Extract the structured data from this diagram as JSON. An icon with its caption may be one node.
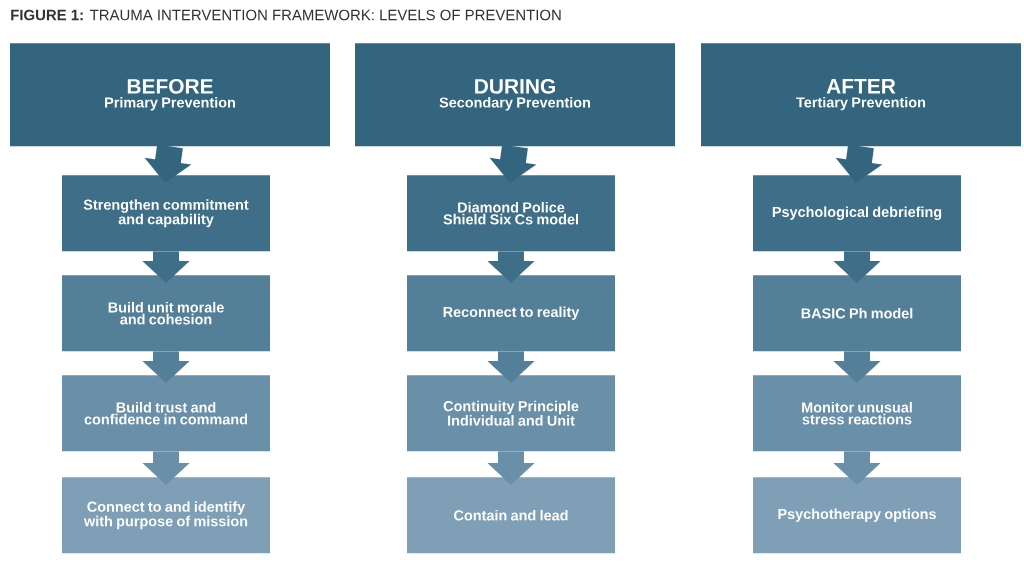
{
  "diagram": {
    "title": "**FIGURE 1:** TRAUMA INTERVENTION FRAMEWORK: LEVELS OF PREVENTION",
    "nodes": [
      {
        "text": [
          "BEFORE",
          "Primary Prevention"
        ]
      },
      {
        "text": [
          "Strengthen commitment and capability"
        ]
      },
      {
        "text": [
          "Build unit morale and cohesion"
        ]
      },
      {
        "text": [
          "Build trust and confidence in command"
        ]
      },
      {
        "text": [
          "Connect to and identify with purpose of mission"
        ]
      },
      {
        "text": [
          "DURING",
          "Secondary Prevention"
        ]
      },
      {
        "text": [
          "Diamond Police Shield Six Cs model"
        ]
      },
      {
        "text": [
          "Reconnect to reality"
        ]
      },
      {
        "text": [
          "Continuity Principle Individual and Unit"
        ]
      },
      {
        "text": [
          "Contain and lead"
        ]
      },
      {
        "text": [
          "AFTER",
          "Tertiary Prevention"
        ]
      },
      {
        "text": [
          "Psychological debriefing"
        ]
      },
      {
        "text": [
          "BASIC Ph model"
        ]
      },
      {
        "text": [
          "Monitor unusual stress reactions"
        ]
      },
      {
        "text": [
          "Psychotherapy options"
        ]
      }
    ],
    "edges": [
      {
        "from": 0,
        "to": 1,
        "arrow": "to"
      },
      {
        "from": 1,
        "to": 2,
        "arrow": "to"
      },
      {
        "from": 2,
        "to": 3,
        "arrow": "to"
      },
      {
        "from": 3,
        "to": 4,
        "arrow": "to"
      },
      {
        "from": 5,
        "to": 6,
        "arrow": "to"
      },
      {
        "from": 6,
        "to": 7,
        "arrow": "to"
      },
      {
        "from": 7,
        "to": 8,
        "arrow": "to"
      },
      {
        "from": 8,
        "to": 9,
        "arrow": "to"
      },
      {
        "from": 10,
        "to": 11,
        "arrow": "to"
      },
      {
        "from": 11,
        "to": 12,
        "arrow": "to"
      },
      {
        "from": 12,
        "to": 13,
        "arrow": "to"
      },
      {
        "from": 13,
        "to": 14,
        "arrow": "to"
      }
    ]
  }
}
